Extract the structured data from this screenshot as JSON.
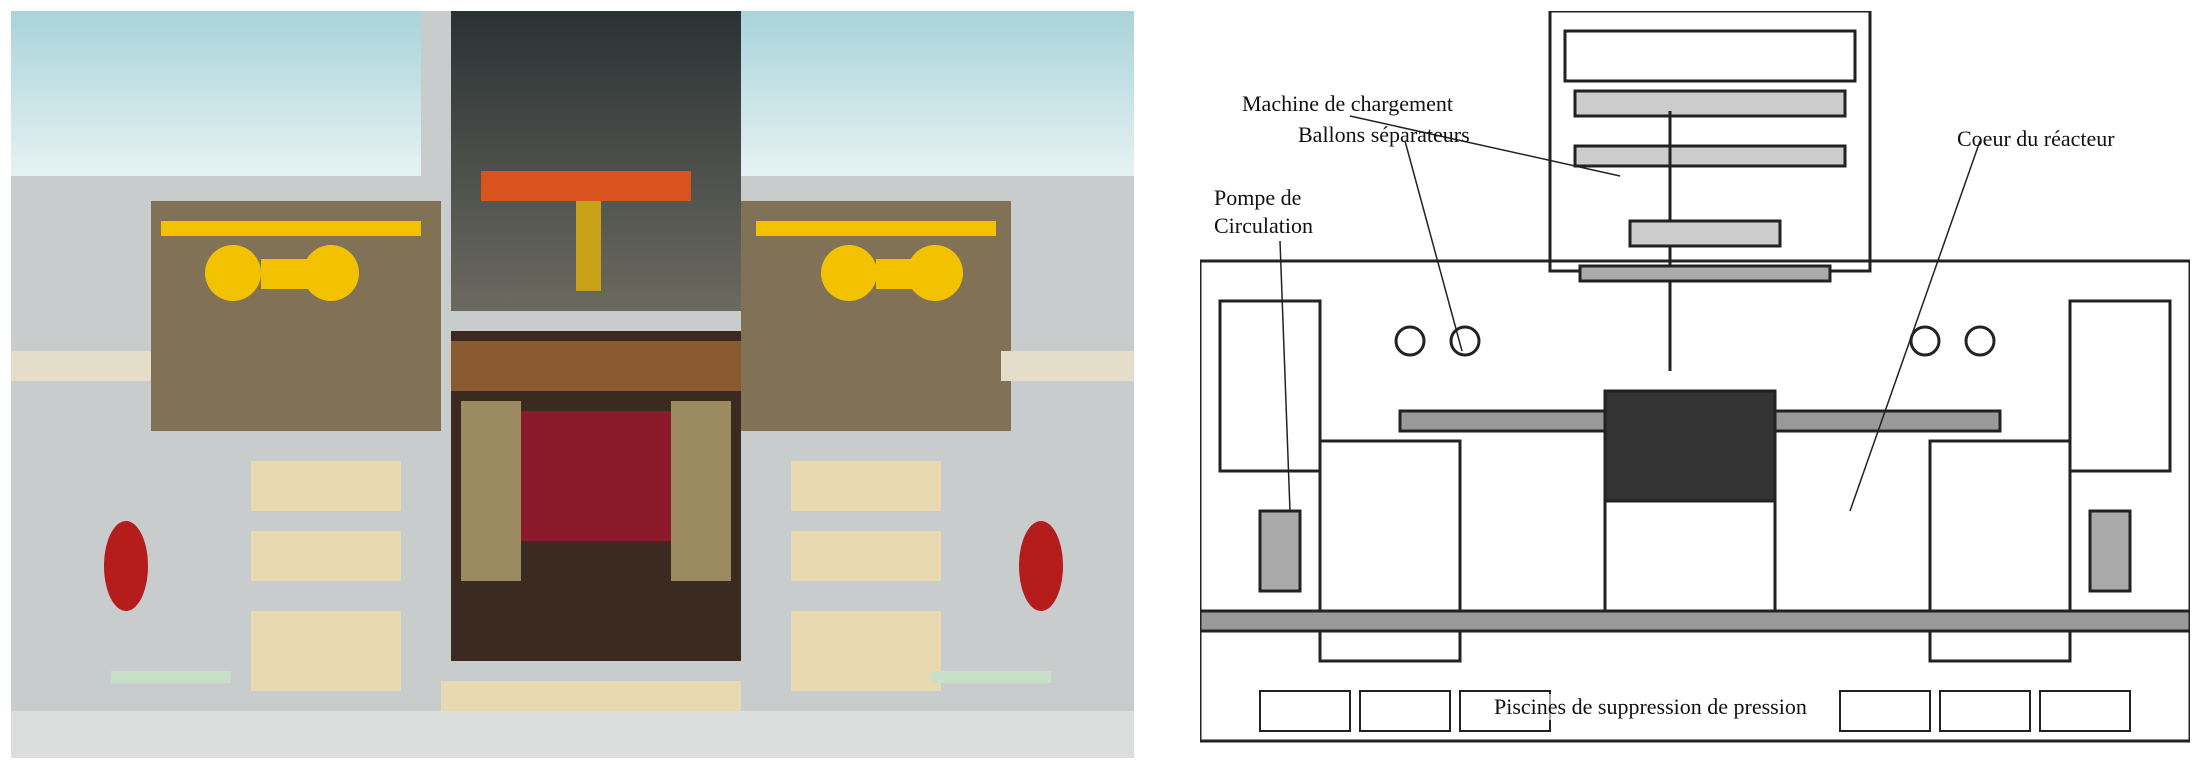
{
  "photo": {
    "subject": "reactor-model-cutaway"
  },
  "diagram": {
    "labels": {
      "loading_machine": "Machine de chargement",
      "separator_drums": "Ballons séparateurs",
      "reactor_core": "Coeur du réacteur",
      "pump_line1": "Pompe de",
      "pump_line2": "Circulation",
      "suppression_pools": "Piscines de suppression de pression"
    }
  },
  "colors": {
    "drum_yellow": "#f2c200",
    "core_red": "#8a1a2a",
    "graphite": "#b59a6a"
  }
}
